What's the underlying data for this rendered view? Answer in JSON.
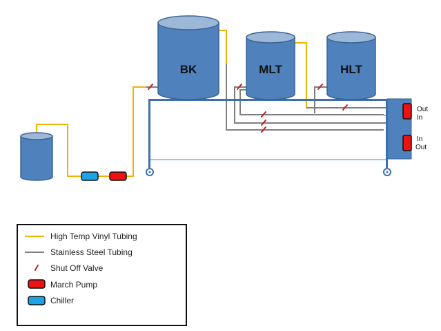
{
  "colors": {
    "tank_fill": "#4f81bd",
    "tank_top": "#9db7d9",
    "tank_stroke": "#3a6491",
    "vinyl_tubing": "#f0b400",
    "steel_tubing": "#7f7f7f",
    "valve": "#cc1a1a",
    "pump": "#ee1111",
    "chiller": "#1aa3e6",
    "frame": "#3d6fa8",
    "thin_line": "#4f81bd"
  },
  "tanks": {
    "bk": "BK",
    "mlt": "MLT",
    "hlt": "HLT"
  },
  "ports": {
    "upper_out": "Out",
    "upper_in": "In",
    "lower_in": "In",
    "lower_out": "Out"
  },
  "legend": {
    "items": [
      {
        "key": "vinyl",
        "label": "High Temp Vinyl Tubing",
        "symbol": "line",
        "color": "#f0b400"
      },
      {
        "key": "steel",
        "label": "Stainless Steel Tubing",
        "symbol": "line",
        "color": "#7f7f7f"
      },
      {
        "key": "valve",
        "label": "Shut Off Valve",
        "symbol": "valve",
        "color": "#cc1a1a"
      },
      {
        "key": "pump",
        "label": "March Pump",
        "symbol": "pump",
        "color": "#ee1111"
      },
      {
        "key": "chiller",
        "label": "Chiller",
        "symbol": "chiller",
        "color": "#1aa3e6"
      }
    ]
  }
}
